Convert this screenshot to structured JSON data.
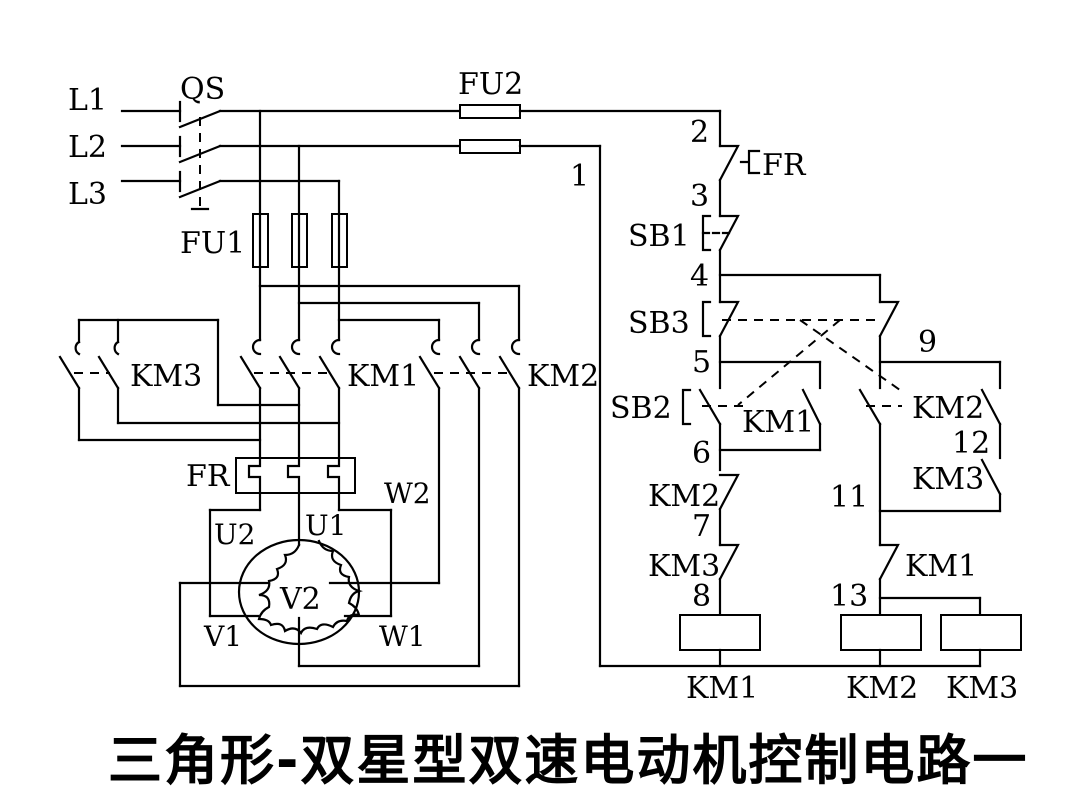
{
  "title": "三角形-双星型双速电动机控制电路一",
  "main_circuit": {
    "lines": [
      "L1",
      "L2",
      "L3"
    ],
    "switch": "QS",
    "fuse_main": "FU1",
    "contactors": [
      "KM3",
      "KM1",
      "KM2"
    ],
    "thermal_relay": "FR",
    "motor": {
      "terminals": [
        "U1",
        "U2",
        "V1",
        "V2",
        "W1",
        "W2"
      ]
    }
  },
  "control_circuit": {
    "fuse_control": "FU2",
    "fr_contact": "FR",
    "buttons": [
      "SB1",
      "SB2",
      "SB3"
    ],
    "contacts": {
      "sb2_holding": "KM1",
      "km2_holding": "KM2",
      "km3_holding": "KM3",
      "interlock_km2": "KM2",
      "interlock_km3": "KM3",
      "interlock_km1": "KM1"
    },
    "nodes": [
      "1",
      "2",
      "3",
      "4",
      "5",
      "6",
      "7",
      "8",
      "9",
      "11",
      "12",
      "13"
    ],
    "coils": [
      "KM1",
      "KM2",
      "KM3"
    ]
  }
}
